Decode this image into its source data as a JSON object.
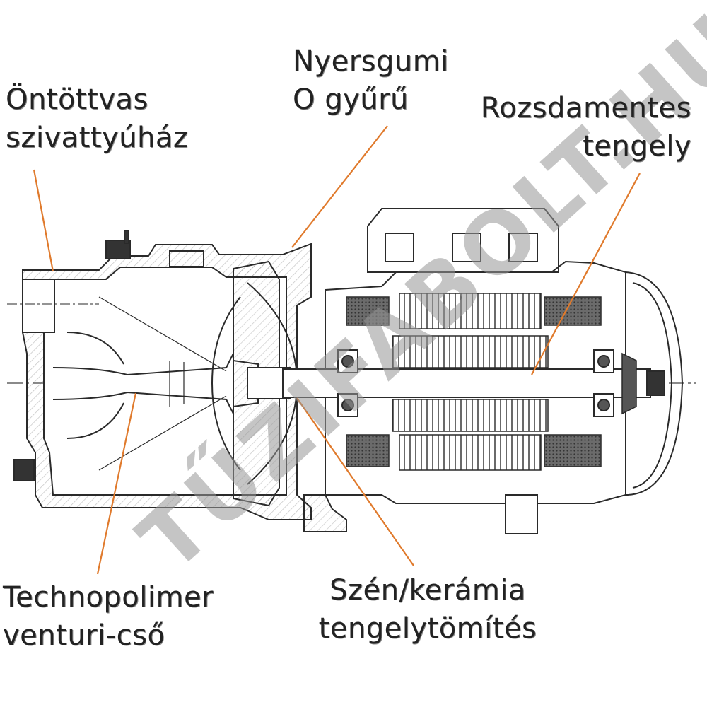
{
  "labels": {
    "housing": [
      "Öntöttvas",
      "szivattyúház"
    ],
    "oring": [
      "Nyersgumi",
      "O gyűrű"
    ],
    "shaft": [
      "Rozsdamentes",
      "tengely"
    ],
    "venturi": [
      "Technopolimer",
      "venturi-cső"
    ],
    "seal": [
      "Szén/kerámia",
      "tengelytömítés"
    ]
  },
  "watermark": "TŰZIFABOLT.HU",
  "colors": {
    "leader": "#e07a2c",
    "line": "#2a2a2a",
    "hatch": "#555555",
    "text": "#222222",
    "watermark": "#999999"
  }
}
